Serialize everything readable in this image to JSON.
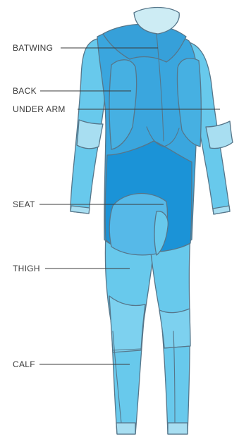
{
  "colors": {
    "outline": "#56768a",
    "base_panel": "#68c9ec",
    "upper_panel": "#3aa6de",
    "seat_panel": "#1b93d7",
    "knee_panel": "#7dd1ef",
    "cuff_panel": "#a8def1",
    "collar": "#cdecf4",
    "label_text": "#3b3b3b",
    "leader_line": "#3b3b3b"
  },
  "labels": [
    {
      "key": "batwing",
      "text": "BATWING"
    },
    {
      "key": "back",
      "text": "BACK"
    },
    {
      "key": "under_arm",
      "text": "UNDER ARM"
    },
    {
      "key": "seat",
      "text": "SEAT"
    },
    {
      "key": "thigh",
      "text": "THIGH"
    },
    {
      "key": "calf",
      "text": "CALF"
    }
  ]
}
